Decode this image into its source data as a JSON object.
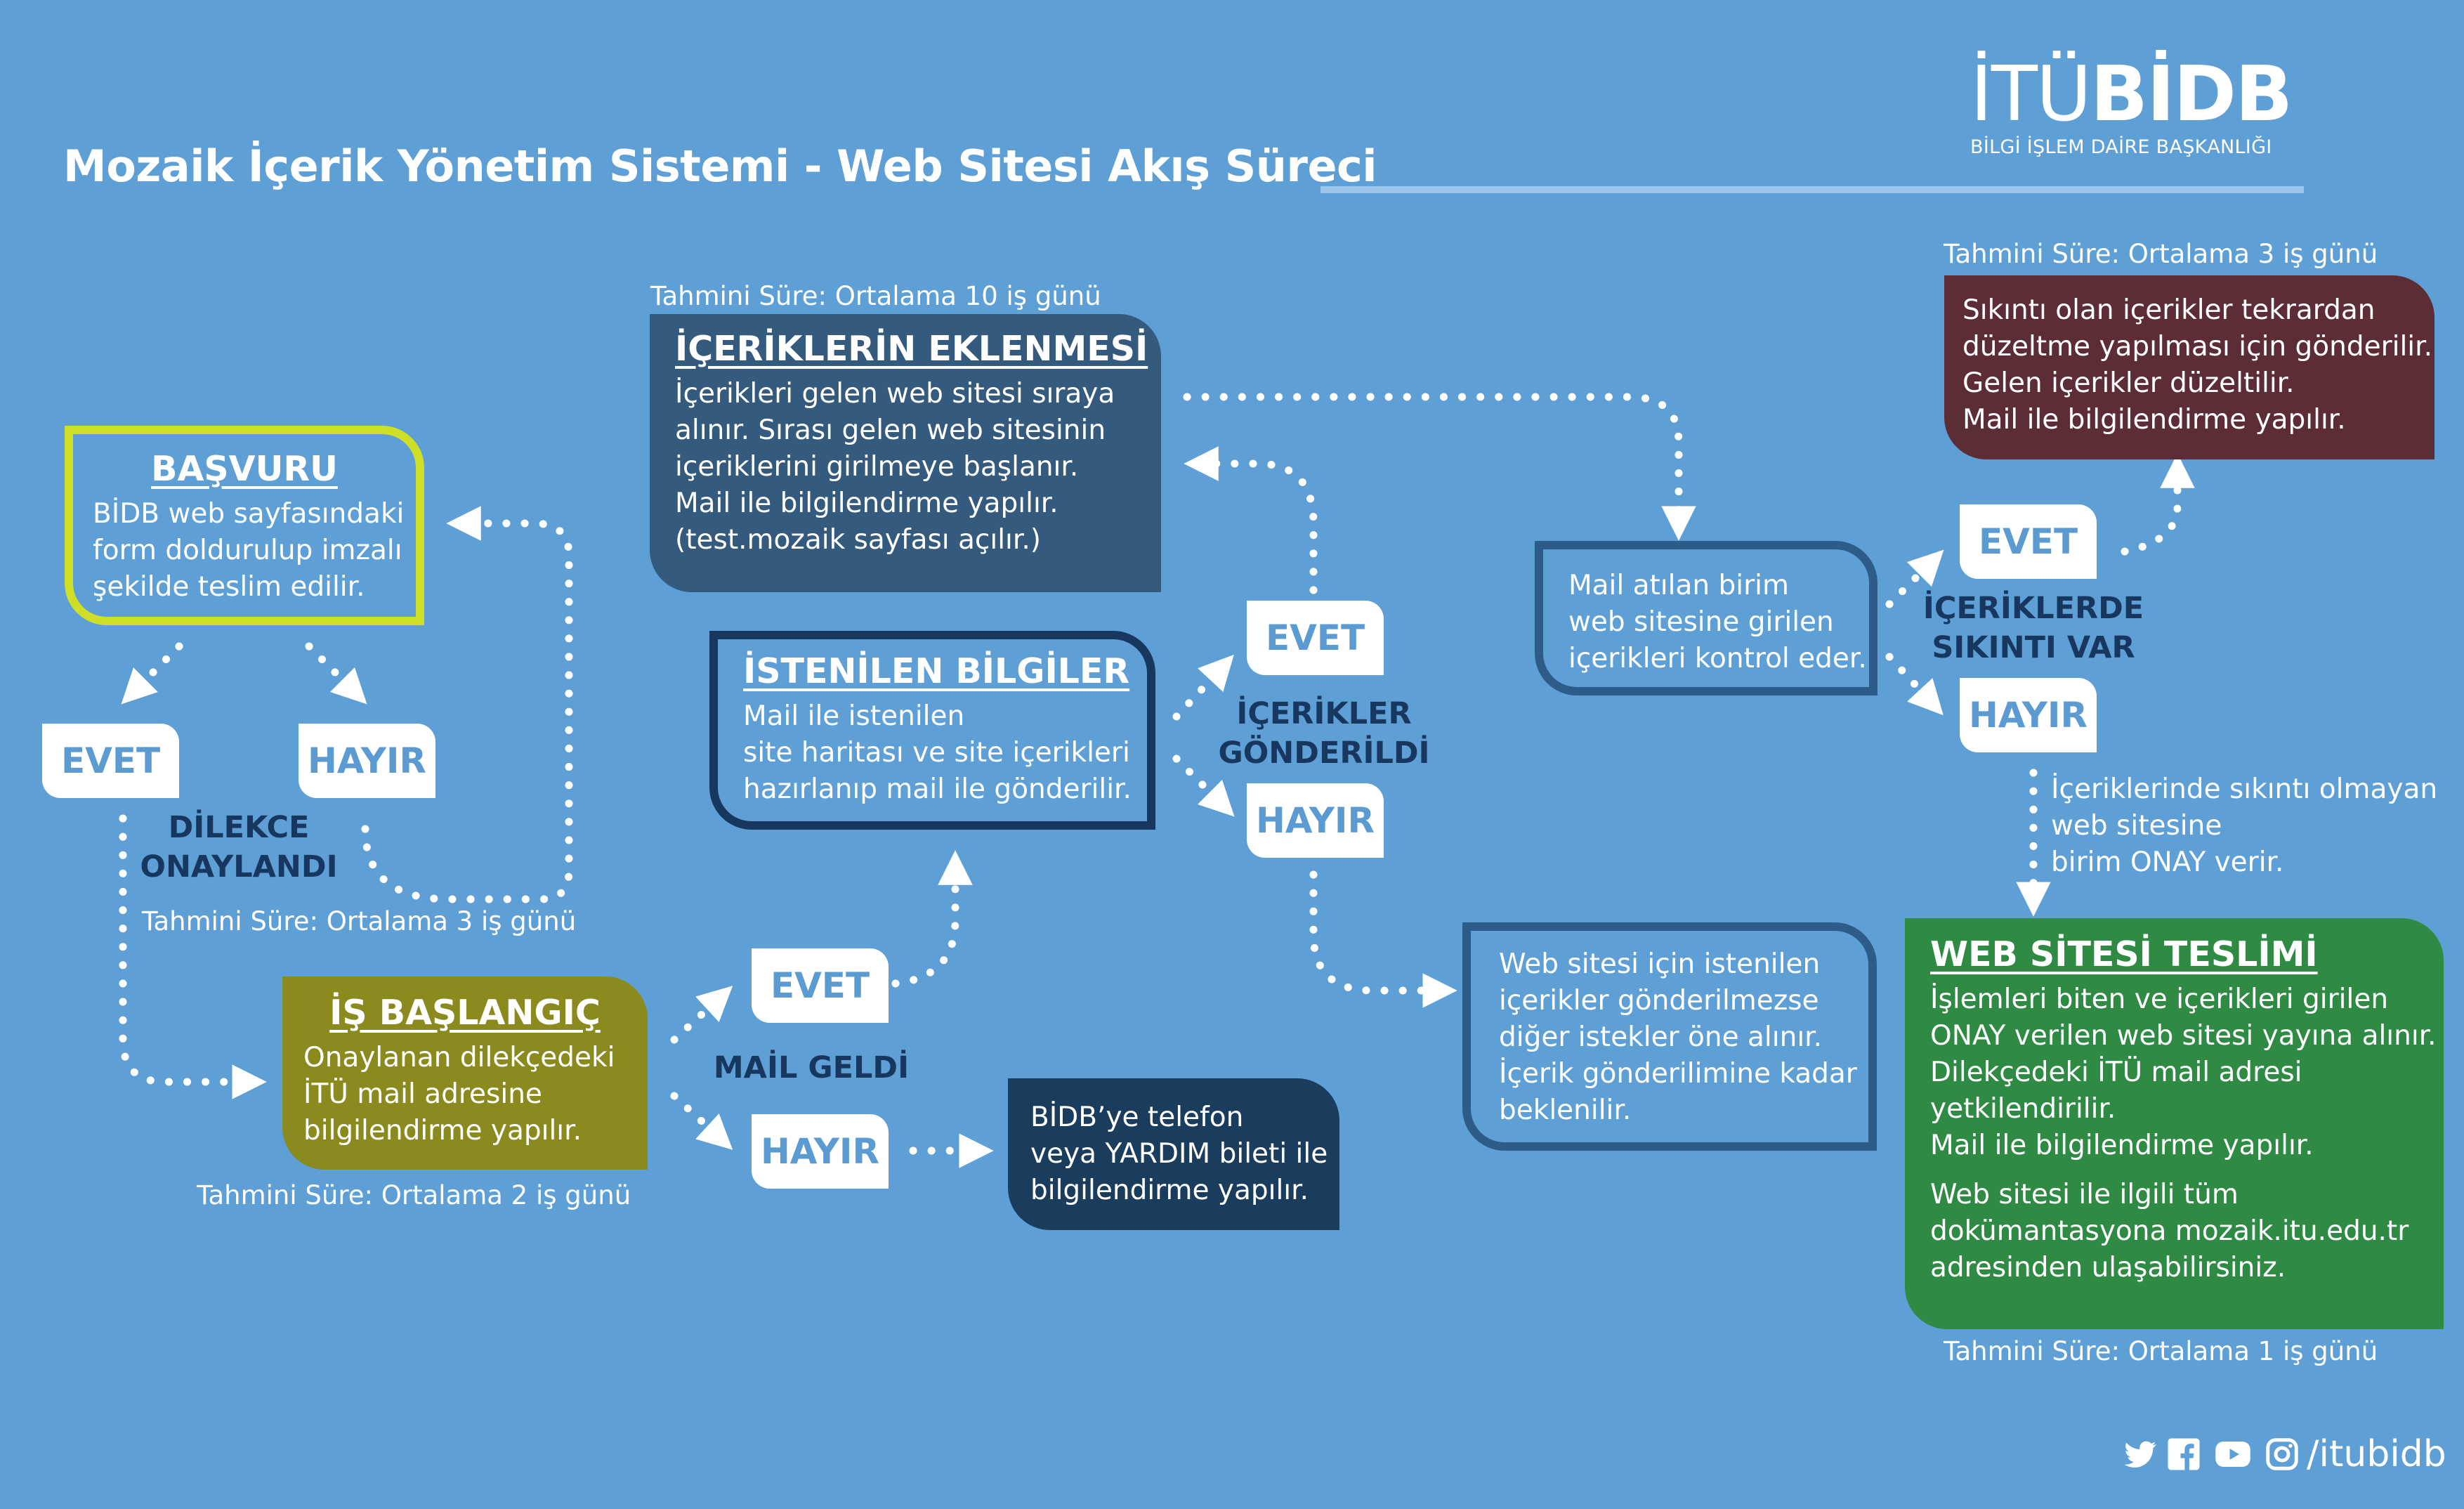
{
  "header": {
    "title": "Mozaik İçerik Yönetim Sistemi - Web Sitesi Akış Süreci",
    "logo_thin": "İTÜ",
    "logo_bold": "BİDB",
    "logo_subtitle": "BİLGİ İŞLEM DAİRE BAŞKANLIĞI"
  },
  "colors": {
    "background": "#5e9fd5",
    "basvuru_border": "#cfdf27",
    "is_baslangic": "#8a8a1f",
    "eklenmesi": "#345a7d",
    "istenilen_border": "#17375e",
    "bidb_note": "#1b3d5d",
    "kontrol_border": "#2e5c88",
    "sikinti": "#5d2d36",
    "teslim": "#2f8b44",
    "label_text": "#17375e"
  },
  "estimates": {
    "est_3_left": "Tahmini Süre: Ortalama 3 iş günü",
    "est_2": "Tahmini Süre: Ortalama 2 iş günü",
    "est_10": "Tahmini Süre: Ortalama 10 iş günü",
    "est_3_right": "Tahmini Süre: Ortalama 3 iş günü",
    "est_1": "Tahmini Süre: Ortalama 1 iş günü"
  },
  "boxes": {
    "basvuru": {
      "title": "BAŞVURU",
      "lines": [
        "BİDB web sayfasındaki",
        "form doldurulup imzalı",
        "şekilde teslim edilir."
      ]
    },
    "is_baslangic": {
      "title": "İŞ BAŞLANGIÇ",
      "lines": [
        "Onaylanan dilekçedeki",
        "İTÜ mail adresine",
        "bilgilendirme yapılır."
      ]
    },
    "eklenmesi": {
      "title": "İÇERİKLERİN EKLENMESİ",
      "lines": [
        "İçerikleri gelen web sitesi sıraya",
        "alınır. Sırası gelen web sitesinin",
        "içeriklerini girilmeye başlanır.",
        "Mail ile bilgilendirme yapılır.",
        "(test.mozaik sayfası açılır.)"
      ]
    },
    "istenilen": {
      "title": "İSTENİLEN BİLGİLER",
      "lines": [
        "Mail ile istenilen",
        "site haritası ve site içerikleri",
        "hazırlanıp mail ile gönderilir."
      ]
    },
    "bidb_note": {
      "lines": [
        "BİDB’ye telefon",
        "veya YARDIM bileti ile",
        "bilgilendirme yapılır."
      ]
    },
    "bekleme": {
      "lines": [
        "Web sitesi için istenilen",
        "içerikler gönderilmezse",
        "diğer istekler öne alınır.",
        "İçerik gönderilimine kadar",
        "beklenilir."
      ]
    },
    "kontrol": {
      "lines": [
        "Mail atılan birim",
        "web sitesine girilen",
        "içerikleri kontrol eder."
      ]
    },
    "sikinti": {
      "lines": [
        "Sıkıntı olan içerikler tekrardan",
        "düzeltme yapılması için gönderilir.",
        "Gelen içerikler düzeltilir.",
        "Mail ile bilgilendirme yapılır."
      ]
    },
    "onay_note": {
      "lines": [
        "İçeriklerinde sıkıntı olmayan",
        "web sitesine",
        "birim ONAY verir."
      ]
    },
    "teslim": {
      "title": "WEB SİTESİ TESLİMİ",
      "lines": [
        "İşlemleri biten ve içerikleri girilen",
        "ONAY verilen web sitesi yayına alınır.",
        "Dilekçedeki İTÜ mail adresi",
        "yetkilendirilir.",
        "Mail ile bilgilendirme yapılır."
      ],
      "lines2": [
        "Web sitesi ile ilgili tüm",
        "dokümantasyona mozaik.itu.edu.tr",
        "adresinden ulaşabilirsiniz."
      ]
    }
  },
  "decisions": {
    "dilekce": {
      "lines": [
        "DİLEKCE",
        "ONAYLANDI"
      ],
      "yes": "EVET",
      "no": "HAYIR"
    },
    "mail": {
      "lines": [
        "MAİL GELDİ"
      ],
      "yes": "EVET",
      "no": "HAYIR"
    },
    "gonderildi": {
      "lines": [
        "İÇERİKLER",
        "GÖNDERİLDİ"
      ],
      "yes": "EVET",
      "no": "HAYIR"
    },
    "sikinti": {
      "lines": [
        "İÇERİKLERDE",
        "SIKINTI VAR"
      ],
      "yes": "EVET",
      "no": "HAYIR"
    }
  },
  "footer": {
    "handle": "/itubidb",
    "icons": [
      "twitter-icon",
      "facebook-icon",
      "youtube-icon",
      "instagram-icon"
    ]
  }
}
